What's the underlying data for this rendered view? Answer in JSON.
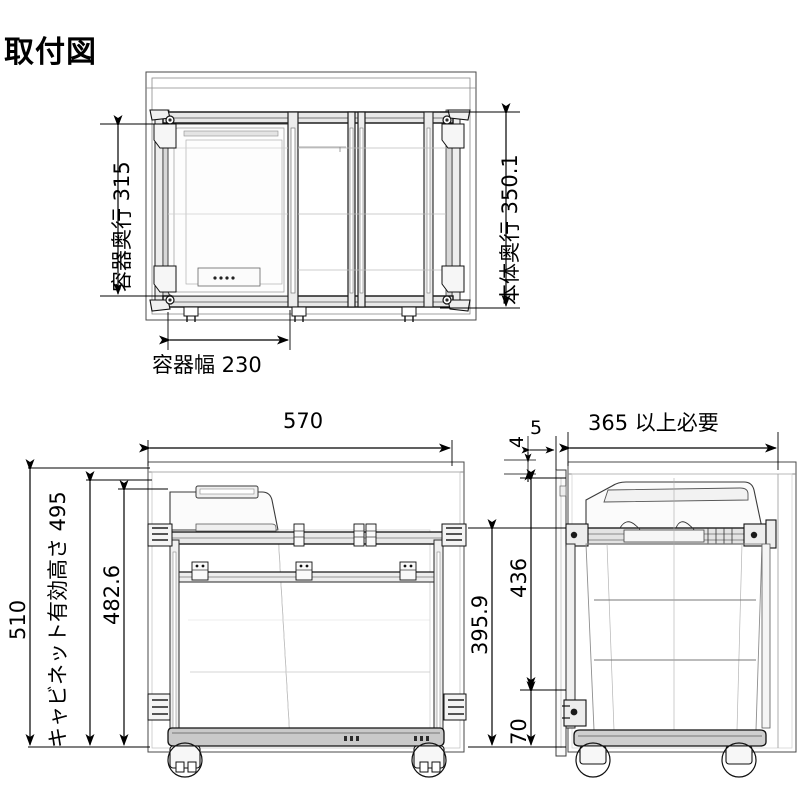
{
  "title": "取付図",
  "drawing": {
    "type": "technical-drawing",
    "description": "Pull-out cabinet waste-bin unit — top view, front view and side view with dimensions in millimetres",
    "views": [
      {
        "name": "top-view",
        "label": ""
      },
      {
        "name": "front-view",
        "label": ""
      },
      {
        "name": "side-view",
        "label": ""
      }
    ]
  },
  "dimensions": {
    "top_view": {
      "container_depth": {
        "label": "容器奥行 315",
        "value": 315,
        "unit": "mm",
        "orientation": "vertical"
      },
      "body_depth": {
        "label": "本体奥行 350.1",
        "value": 350.1,
        "unit": "mm",
        "orientation": "vertical"
      },
      "container_width": {
        "label": "容器幅 230",
        "value": 230,
        "unit": "mm",
        "orientation": "horizontal"
      }
    },
    "front_view": {
      "overall_width": {
        "label": "570",
        "value": 570,
        "unit": "mm",
        "orientation": "horizontal"
      },
      "total_height": {
        "label": "510",
        "value": 510,
        "unit": "mm",
        "orientation": "vertical"
      },
      "cabinet_effective_height": {
        "label": "キャビネット有効高さ 495",
        "value": 495,
        "unit": "mm",
        "orientation": "vertical"
      },
      "unit_height": {
        "label": "482.6",
        "value": 482.6,
        "unit": "mm",
        "orientation": "vertical"
      }
    },
    "side_view": {
      "gap_4": {
        "label": "4",
        "value": 4,
        "unit": "mm",
        "orientation": "vertical"
      },
      "gap_5": {
        "label": "5",
        "value": 5,
        "unit": "mm",
        "orientation": "horizontal"
      },
      "required_depth": {
        "label": "365 以上必要",
        "value": 365,
        "unit": "mm",
        "note": "以上必要",
        "orientation": "horizontal"
      },
      "height_395_9": {
        "label": "395.9",
        "value": 395.9,
        "unit": "mm",
        "orientation": "vertical"
      },
      "height_436": {
        "label": "436",
        "value": 436,
        "unit": "mm",
        "orientation": "vertical"
      },
      "caster_height_70": {
        "label": "70",
        "value": 70,
        "unit": "mm",
        "orientation": "vertical"
      }
    }
  },
  "colors": {
    "ink": "#111111",
    "line": "#1a1a1a",
    "thin": "#6f6f6f",
    "fill_light": "#f2f2f2",
    "fill_mid": "#d9d9d9",
    "fill_dark": "#9a9a9a",
    "paper": "#ffffff"
  }
}
